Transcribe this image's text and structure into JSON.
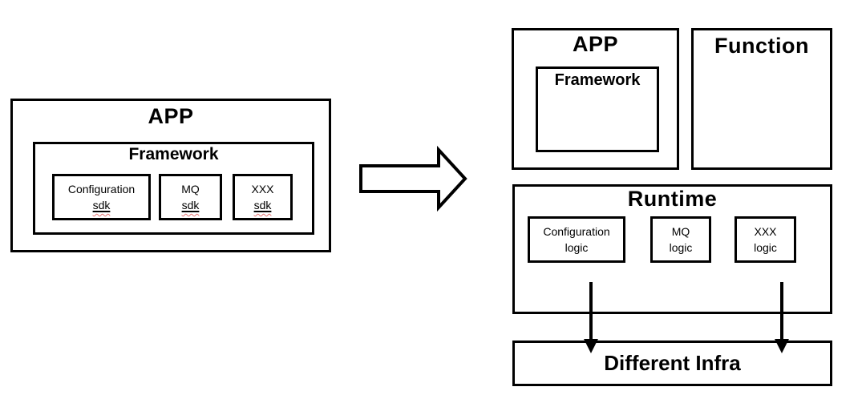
{
  "diagram": {
    "before": {
      "app_label": "APP",
      "framework_label": "Framework",
      "sdk_boxes": [
        {
          "name": "Configuration",
          "suffix": "sdk"
        },
        {
          "name": "MQ",
          "suffix": "sdk"
        },
        {
          "name": "XXX",
          "suffix": "sdk"
        }
      ]
    },
    "after": {
      "app_label": "APP",
      "framework_label": "Framework",
      "function_label": "Function",
      "runtime_label": "Runtime",
      "logic_boxes": [
        {
          "name": "Configuration",
          "suffix": "logic"
        },
        {
          "name": "MQ",
          "suffix": "logic"
        },
        {
          "name": "XXX",
          "suffix": "logic"
        }
      ],
      "infra_label": "Different Infra"
    },
    "icons": {
      "transform": "block-arrow-right-icon",
      "flow": "arrow-down-icon"
    },
    "colors": {
      "line": "#000000",
      "background": "#ffffff",
      "spellcheck_squiggle": "#e57373"
    }
  }
}
